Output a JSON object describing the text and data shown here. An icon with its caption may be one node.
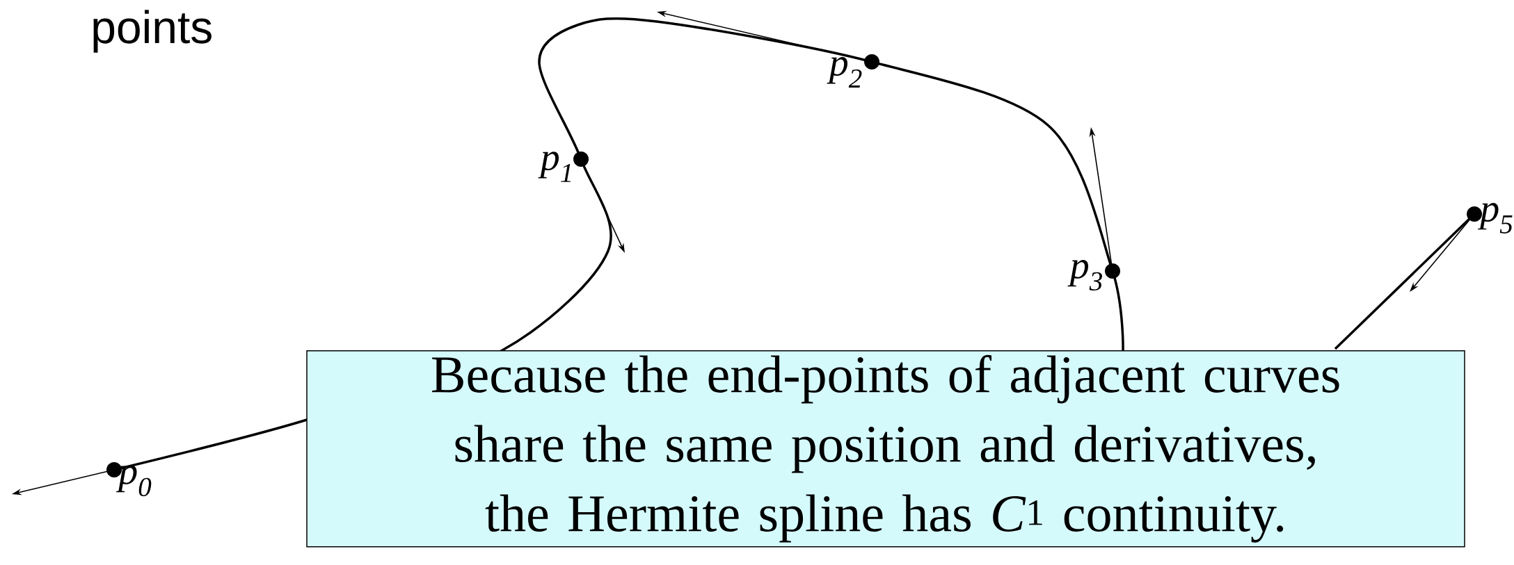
{
  "diagram": {
    "nodes": [
      {
        "text": [
          "Because the end-points of adjacent curves share the same position and derivatives, the Hermite spline has *C*$^{1}$ continuity."
        ]
      }
    ],
    "labels": [
      "points",
      "p$_{2}$",
      "p$_{1}$",
      "p$_{5}$",
      "p$_{3}$",
      "p$_{0}$"
    ]
  }
}
